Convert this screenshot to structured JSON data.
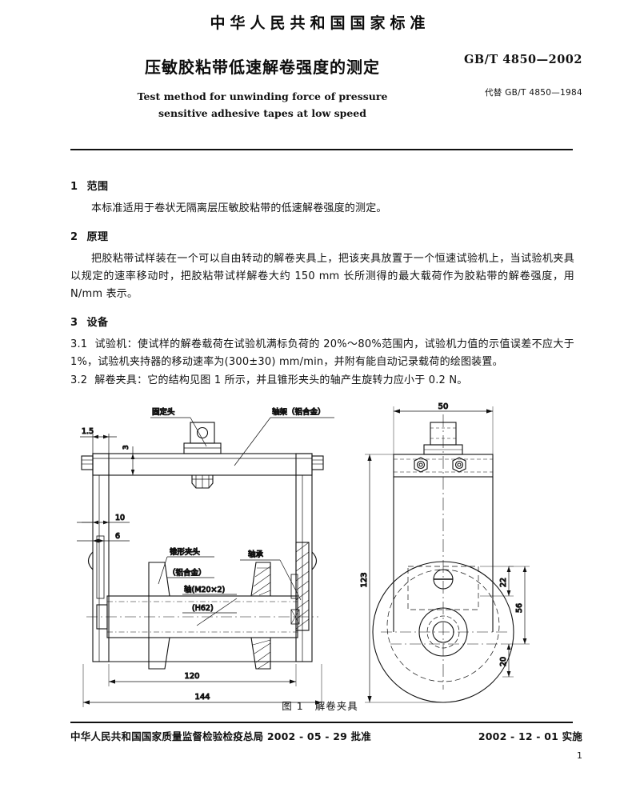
{
  "header": {
    "banner": "中华人民共和国国家标准",
    "title_cn": "压敏胶粘带低速解卷强度的测定",
    "title_en_line1": "Test method for unwinding force of pressure",
    "title_en_line2": "sensitive adhesive tapes at low speed",
    "std_number": "GB/T 4850—2002",
    "replaces": "代替 GB/T 4850—1984"
  },
  "clauses": [
    {
      "num": "1",
      "heading": "范围",
      "paragraphs": [
        "本标准适用于卷状无隔离层压敏胶粘带的低速解卷强度的测定。"
      ]
    },
    {
      "num": "2",
      "heading": "原理",
      "paragraphs": [
        "把胶粘带试样装在一个可以自由转动的解卷夹具上，把该夹具放置于一个恒速试验机上，当试验机夹具以规定的速率移动时，把胶粘带试样解卷大约 150 mm 长所测得的最大载荷作为胶粘带的解卷强度，用 N/mm 表示。"
      ]
    },
    {
      "num": "3",
      "heading": "设备",
      "subitems": [
        {
          "sn": "3.1",
          "text": "试验机：使试样的解卷载荷在试验机满标负荷的 20%～80%范围内，试验机力值的示值误差不应大于 1%，试验机夹持器的移动速率为(300±30) mm/min，并附有能自动记录载荷的绘图装置。"
        },
        {
          "sn": "3.2",
          "text": "解卷夹具：它的结构见图 1 所示，并且锥形夹头的轴产生旋转力应小于 0.2 N。"
        }
      ]
    }
  ],
  "figure": {
    "caption_num": "图 1",
    "caption_text": "解卷夹具",
    "front_view": {
      "labels": {
        "fixed_head": "固定头",
        "frame": "轴架（铝合金）",
        "cone_chuck_l1": "锥形夹头",
        "cone_chuck_l2": "（铝合金）",
        "shaft_l1": "轴(M20×2)",
        "shaft_l2": "(H62)",
        "bearing": "轴承"
      },
      "dimensions": {
        "d_1_5": "1.5",
        "d_3": "3",
        "d_10": "10",
        "d_6": "6",
        "d_120": "120",
        "d_144": "144"
      }
    },
    "side_view": {
      "dimensions": {
        "d_50": "50",
        "d_123": "123",
        "d_22": "22",
        "d_56": "56",
        "d_20": "20"
      }
    }
  },
  "footer": {
    "approval": "中华人民共和国国家质量监督检验检疫总局 2002 - 05 - 29 批准",
    "implementation": "2002 - 12 - 01 实施",
    "page_number": "1"
  }
}
